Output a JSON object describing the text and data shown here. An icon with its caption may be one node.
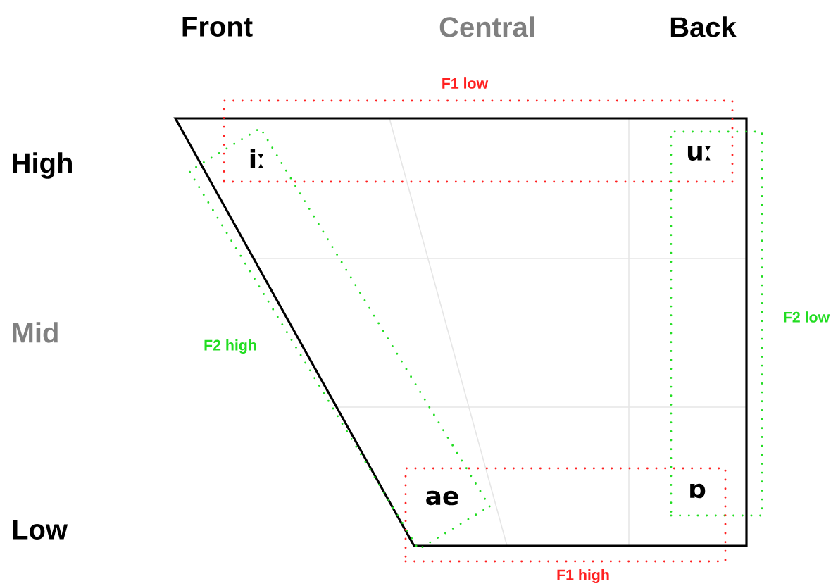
{
  "diagram": {
    "nodes": [
      {
        "text": [
          "F1 low"
        ]
      },
      {
        "text": [
          "F2 high"
        ]
      },
      {
        "text": [
          "F2 low"
        ]
      },
      {
        "text": [
          "F1 high"
        ]
      }
    ],
    "labels": [
      "Front",
      "Central",
      "Back",
      "High",
      "iː",
      "uː",
      "Mid",
      "Low",
      "ae",
      "ɒ"
    ]
  }
}
